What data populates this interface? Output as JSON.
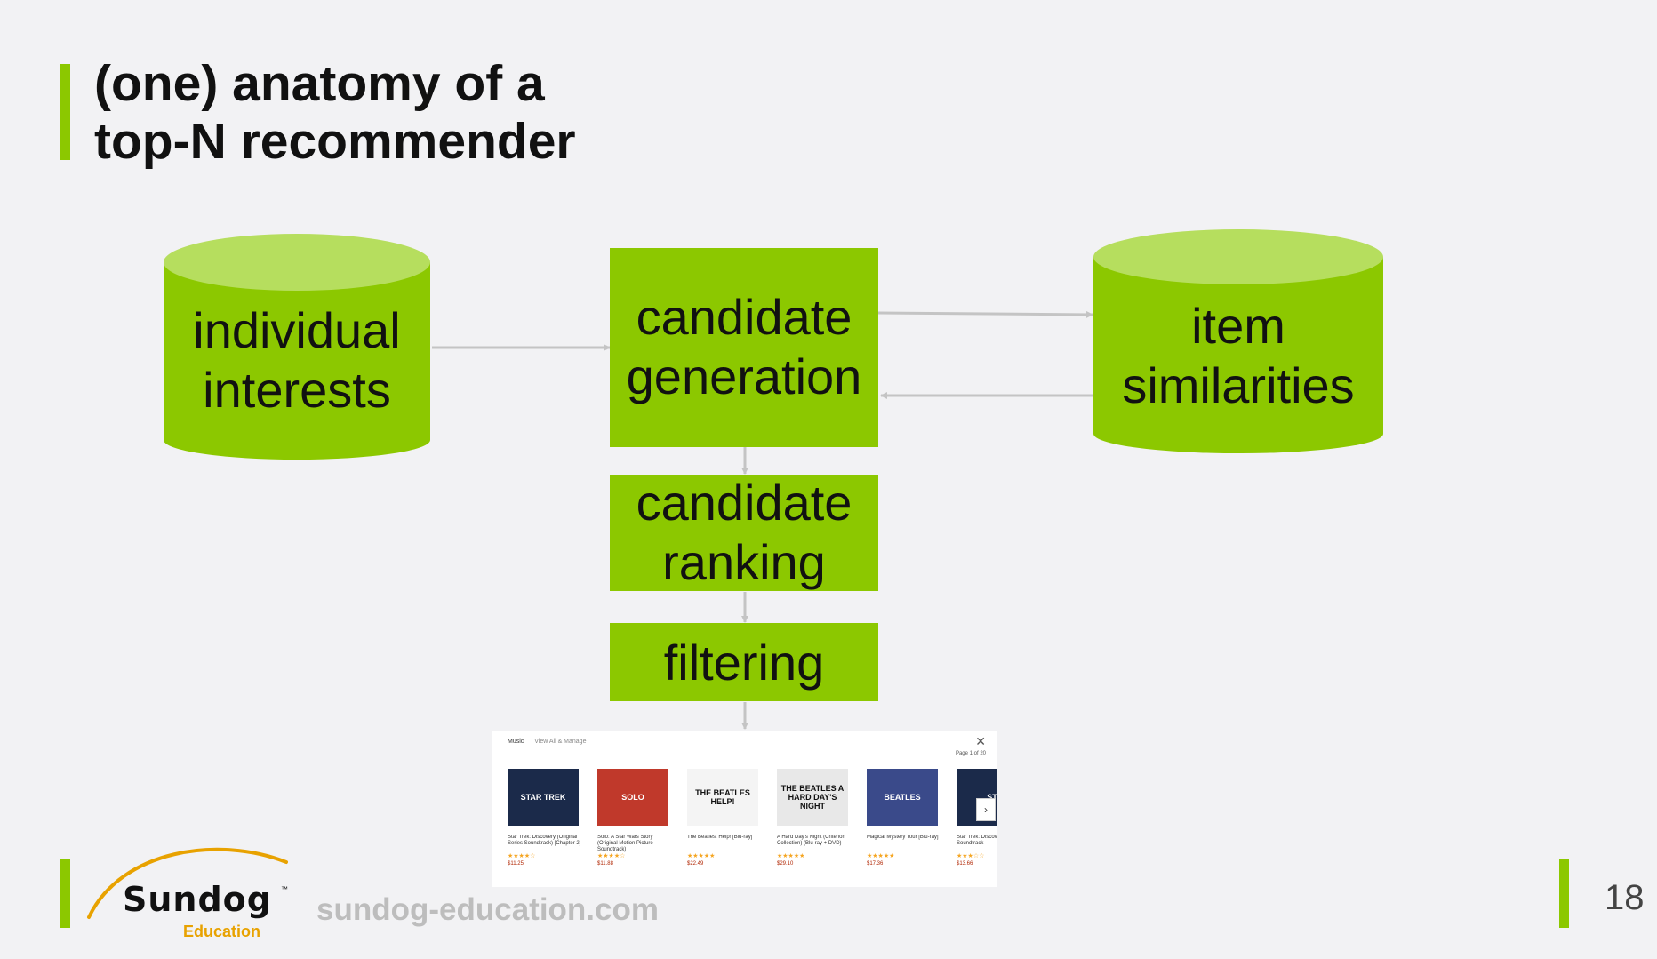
{
  "slide": {
    "title_line1": "(one) anatomy of a",
    "title_line2": "top-N recommender",
    "page_number": "18",
    "website": "sundog-education.com"
  },
  "logo": {
    "name": "Sundog",
    "trademark": "™",
    "subtitle": "Education"
  },
  "colors": {
    "accent_green": "#8cc800",
    "cylinder_top": "#b6de5e",
    "arrow_gray": "#c4c4c4",
    "logo_orange": "#e8a200"
  },
  "diagram": {
    "individual_interests": {
      "line1": "individual",
      "line2": "interests"
    },
    "candidate_generation": {
      "line1": "candidate",
      "line2": "generation"
    },
    "item_similarities": {
      "line1": "item",
      "line2": "similarities"
    },
    "candidate_ranking": {
      "line1": "candidate",
      "line2": "ranking"
    },
    "filtering": {
      "line1": "filtering"
    }
  },
  "recommendations": {
    "header": "Music",
    "header_link": "View All & Manage",
    "page_indicator": "Page 1 of 20",
    "close_icon": "close-icon",
    "next_icon": "chevron-right-icon",
    "items": [
      {
        "cover_text": "STAR TREK",
        "cover_color": "#1b2a4a",
        "title": "Star Trek: Discovery (Original Series Soundtrack) [Chapter 2]",
        "stars": "★★★★☆",
        "price": "$11.25"
      },
      {
        "cover_text": "SOLO",
        "cover_color": "#c0392b",
        "title": "Solo: A Star Wars Story (Original Motion Picture Soundtrack)",
        "stars": "★★★★☆",
        "price": "$11.88"
      },
      {
        "cover_text": "THE BEATLES HELP!",
        "cover_color": "#f4f4f4",
        "title": "The Beatles: Help! [Blu-ray]",
        "stars": "★★★★★",
        "price": "$22.49"
      },
      {
        "cover_text": "THE BEATLES A HARD DAY'S NIGHT",
        "cover_color": "#e8e8e8",
        "title": "A Hard Day's Night (Criterion Collection) (Blu-ray + DVD)",
        "stars": "★★★★★",
        "price": "$29.10"
      },
      {
        "cover_text": "BEATLES",
        "cover_color": "#3a4a8a",
        "title": "Magical Mystery Tour [Blu-ray]",
        "stars": "★★★★★",
        "price": "$17.36"
      },
      {
        "cover_text": "ST",
        "cover_color": "#1b2a4a",
        "title": "Star Trek: Discovery Series Soundtrack",
        "stars": "★★★☆☆",
        "price": "$13.66"
      }
    ]
  }
}
